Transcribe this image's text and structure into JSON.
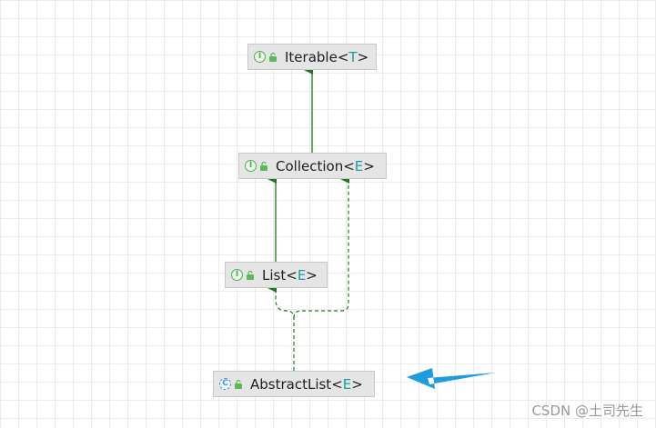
{
  "nodes": {
    "iterable": {
      "name": "Iterable",
      "type_param": "T",
      "kind": "interface"
    },
    "collection": {
      "name": "Collection",
      "type_param": "E",
      "kind": "interface"
    },
    "list": {
      "name": "List",
      "type_param": "E",
      "kind": "interface"
    },
    "abstractlist": {
      "name": "AbstractList",
      "type_param": "E",
      "kind": "abstract-class"
    }
  },
  "icons": {
    "interface": "I",
    "abstract_class": "C"
  },
  "edges": [
    {
      "from": "Collection",
      "to": "Iterable",
      "style": "solid"
    },
    {
      "from": "List",
      "to": "Collection",
      "style": "solid"
    },
    {
      "from": "AbstractList",
      "to": "List",
      "style": "dashed"
    },
    {
      "from": "AbstractList",
      "to": "Collection",
      "style": "dashed"
    }
  ],
  "colors": {
    "edge": "#1a7a1a",
    "pointer_arrow": "#1f9be0",
    "type_param": "#1a9ba6"
  },
  "watermark": "CSDN @土司先生"
}
